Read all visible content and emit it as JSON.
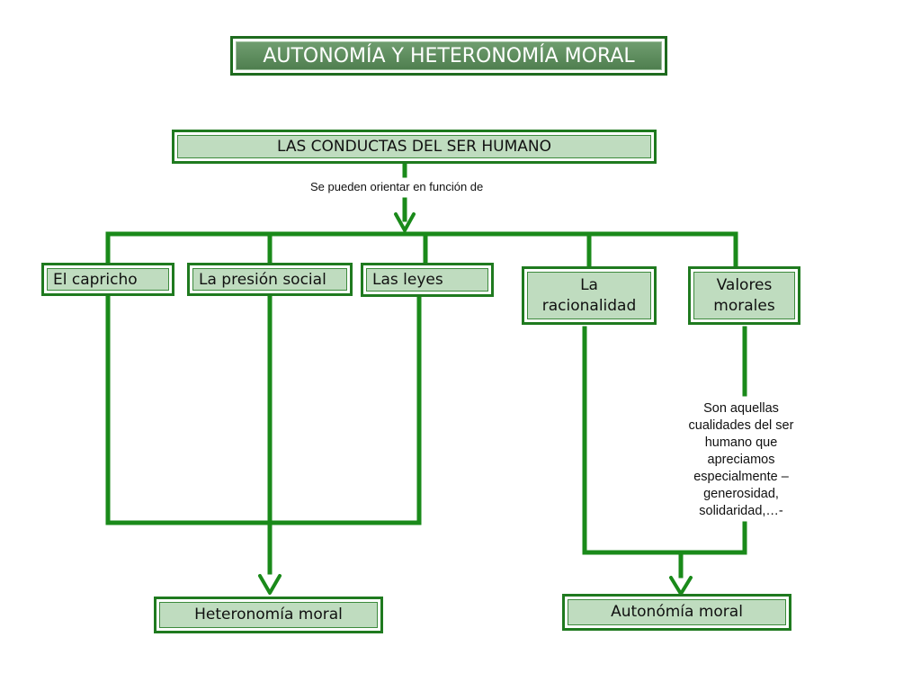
{
  "title": "AUTONOMÍA Y HETERONOMÍA MORAL",
  "root": "LAS CONDUCTAS DEL SER HUMANO",
  "link_label": "Se pueden orientar en función de",
  "factors": [
    "El capricho",
    "La presión social",
    "Las leyes",
    "La racionalidad",
    "Valores morales"
  ],
  "values_description": "Son aquellas cualidades del ser humano que apreciamos especialmente – generosidad, solidaridad,…-",
  "outcomes": {
    "heteronomy": "Heteronomía moral",
    "autonomy": "Autonómía moral"
  },
  "colors": {
    "connector": "#1a8a1a",
    "box_fill": "#bfdcbf",
    "title_fill": "#5f8f5f",
    "border": "#1f7a1f"
  }
}
